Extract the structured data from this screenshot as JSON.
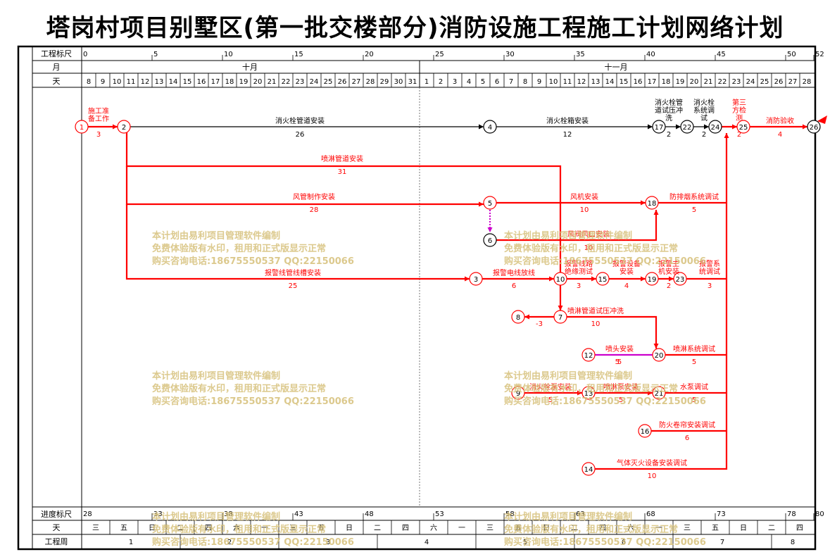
{
  "title": "塔岗村项目别墅区(第一批交楼部分)消防设施工程施工计划网络计划",
  "header": {
    "scale_label": "工程标尺",
    "month_label": "月",
    "day_label": "天",
    "scale_ticks": [
      "0",
      "5",
      "10",
      "15",
      "20",
      "25",
      "30",
      "35",
      "40",
      "45",
      "50",
      "52"
    ],
    "months": [
      "十月",
      "十一月"
    ],
    "oct_days": [
      "8",
      "9",
      "10",
      "11",
      "12",
      "13",
      "14",
      "15",
      "16",
      "17",
      "18",
      "19",
      "20",
      "21",
      "22",
      "23",
      "24",
      "25",
      "26",
      "27",
      "28",
      "29",
      "30",
      "31"
    ],
    "nov_days": [
      "1",
      "2",
      "3",
      "4",
      "5",
      "6",
      "7",
      "8",
      "9",
      "10",
      "11",
      "12",
      "13",
      "14",
      "15",
      "16",
      "17",
      "18",
      "19",
      "20",
      "21",
      "22",
      "23",
      "24",
      "25",
      "26",
      "27",
      "28"
    ]
  },
  "footer": {
    "progress_label": "进度标尺",
    "weekday_label": "天",
    "week_label": "工程周",
    "progress_ticks": [
      "28",
      "33",
      "38",
      "43",
      "48",
      "53",
      "58",
      "63",
      "68",
      "73",
      "78",
      "80"
    ],
    "weekdays": [
      "三",
      "五",
      "日",
      "二",
      "四",
      "六",
      "一",
      "三",
      "五",
      "日",
      "二",
      "四",
      "六",
      "一",
      "三",
      "五",
      "日",
      "二",
      "四",
      "六",
      "一",
      "三",
      "五",
      "日",
      "二",
      "四"
    ],
    "weeks": [
      "1",
      "2",
      "3",
      "4",
      "5",
      "6",
      "7",
      "8"
    ]
  },
  "watermark": [
    "本计划由易利项目管理软件编制",
    "免费体验版有水印，租用和正式版显示正常",
    "购买咨询电话:18675550537 QQ:22150066"
  ],
  "colors": {
    "critical": "#ff0000",
    "normal": "#000000",
    "dummy": "#cc00cc",
    "watermark": "#d6c07a"
  },
  "nodes": [
    "1",
    "2",
    "3",
    "4",
    "5",
    "6",
    "7",
    "8",
    "9",
    "10",
    "12",
    "13",
    "14",
    "15",
    "16",
    "17",
    "18",
    "19",
    "20",
    "21",
    "22",
    "23",
    "24",
    "25",
    "26"
  ],
  "activities": [
    {
      "name": "施工准备工作",
      "dur": "3"
    },
    {
      "name": "消火栓管道安装",
      "dur": "26"
    },
    {
      "name": "消火栓箱安装",
      "dur": "12"
    },
    {
      "name": "消火栓管道试压冲洗",
      "dur": "2"
    },
    {
      "name": "消火栓系统调试",
      "dur": "2"
    },
    {
      "name": "第三方检测",
      "dur": "2"
    },
    {
      "name": "消防验收",
      "dur": "4"
    },
    {
      "name": "喷淋管道安装",
      "dur": "31"
    },
    {
      "name": "风管制作安装",
      "dur": "28"
    },
    {
      "name": "风机安装",
      "dur": "10"
    },
    {
      "name": "防排烟系统调试",
      "dur": "5"
    },
    {
      "name": "风阀风口安装",
      "dur": "10"
    },
    {
      "name": "报警线管线槽安装",
      "dur": "25"
    },
    {
      "name": "报警电线放线",
      "dur": "6"
    },
    {
      "name": "报警线路绝缘测试",
      "dur": "3"
    },
    {
      "name": "报警设备安装",
      "dur": "4"
    },
    {
      "name": "报警主机安装",
      "dur": "2"
    },
    {
      "name": "报警系统调试",
      "dur": "3"
    },
    {
      "name": "喷淋管道试压冲洗",
      "dur": "10"
    },
    {
      "name": "喷头安装",
      "dur": "5"
    },
    {
      "name": "喷淋系统调试",
      "dur": "5"
    },
    {
      "name": "消火栓泵安装",
      "dur": "5"
    },
    {
      "name": "喷淋泵安装",
      "dur": "5"
    },
    {
      "name": "水泵调试",
      "dur": "5"
    },
    {
      "name": "防火卷帘安装调试",
      "dur": "6"
    },
    {
      "name": "气体灭火设备安装调试",
      "dur": "10"
    }
  ],
  "float_labels": [
    "-3",
    "5"
  ]
}
